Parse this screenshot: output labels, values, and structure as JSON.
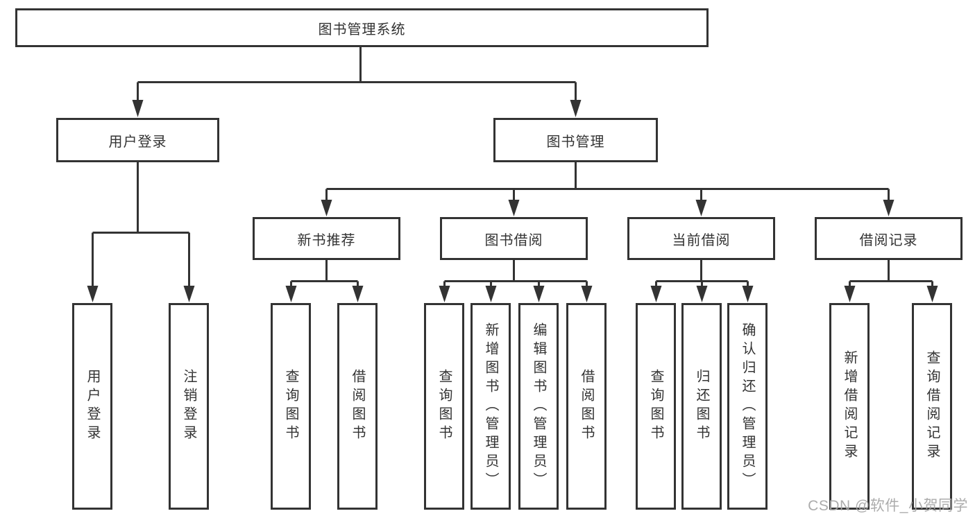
{
  "tree": {
    "root": {
      "label": "图书管理系统"
    },
    "level2": [
      {
        "label": "用户登录",
        "children": [
          "用户登录",
          "注销登录"
        ]
      },
      {
        "label": "图书管理",
        "children": [
          "新书推荐",
          "图书借阅",
          "当前借阅",
          "借阅记录"
        ]
      }
    ],
    "level3": [
      {
        "label": "新书推荐",
        "children": [
          "查询图书",
          "借阅图书"
        ]
      },
      {
        "label": "图书借阅",
        "children": [
          "查询图书",
          "新增图书（管理员）",
          "编辑图书（管理员）",
          "借阅图书"
        ]
      },
      {
        "label": "当前借阅",
        "children": [
          "查询图书",
          "归还图书",
          "确认归还（管理员）"
        ]
      },
      {
        "label": "借阅记录",
        "children": [
          "新增借阅记录",
          "查询借阅记录"
        ]
      }
    ]
  },
  "watermark": {
    "text": "CSDN @软件_小贺同学"
  },
  "colors": {
    "line": "#333333",
    "box_border": "#333333",
    "text": "#333333",
    "background": "#ffffff",
    "watermark": "#a8a8a8"
  }
}
